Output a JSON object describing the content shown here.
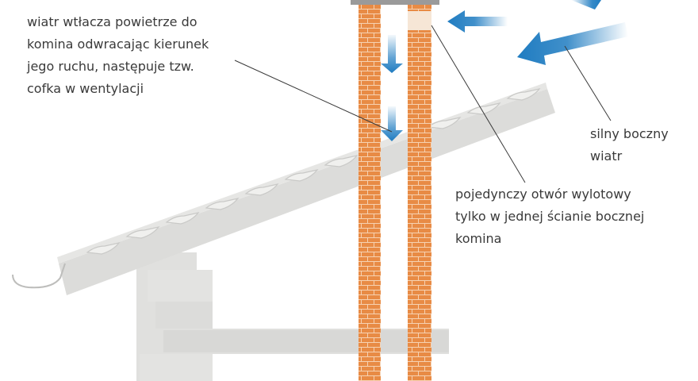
{
  "labels": {
    "backdraft": {
      "lines": [
        "wiatr wtłacza powietrze do",
        "komina odwracając kierunek",
        "jego ruchu, następuje tzw.",
        "cofka w wentylacji"
      ]
    },
    "wind": {
      "lines": [
        "silny boczny",
        "wiatr"
      ]
    },
    "opening": {
      "lines": [
        "pojedynczy otwór wylotowy",
        "tylko w jednej ścianie bocznej",
        "komina"
      ]
    }
  },
  "colors": {
    "brick": "#e88b45",
    "mortar": "#f6d2b2",
    "gray_structure": "#e0e0de",
    "roof_tiles": "#dcdcda",
    "arrow": "#1f7cc1",
    "cap": "#9a9a9a",
    "text": "#3a3a3a"
  }
}
